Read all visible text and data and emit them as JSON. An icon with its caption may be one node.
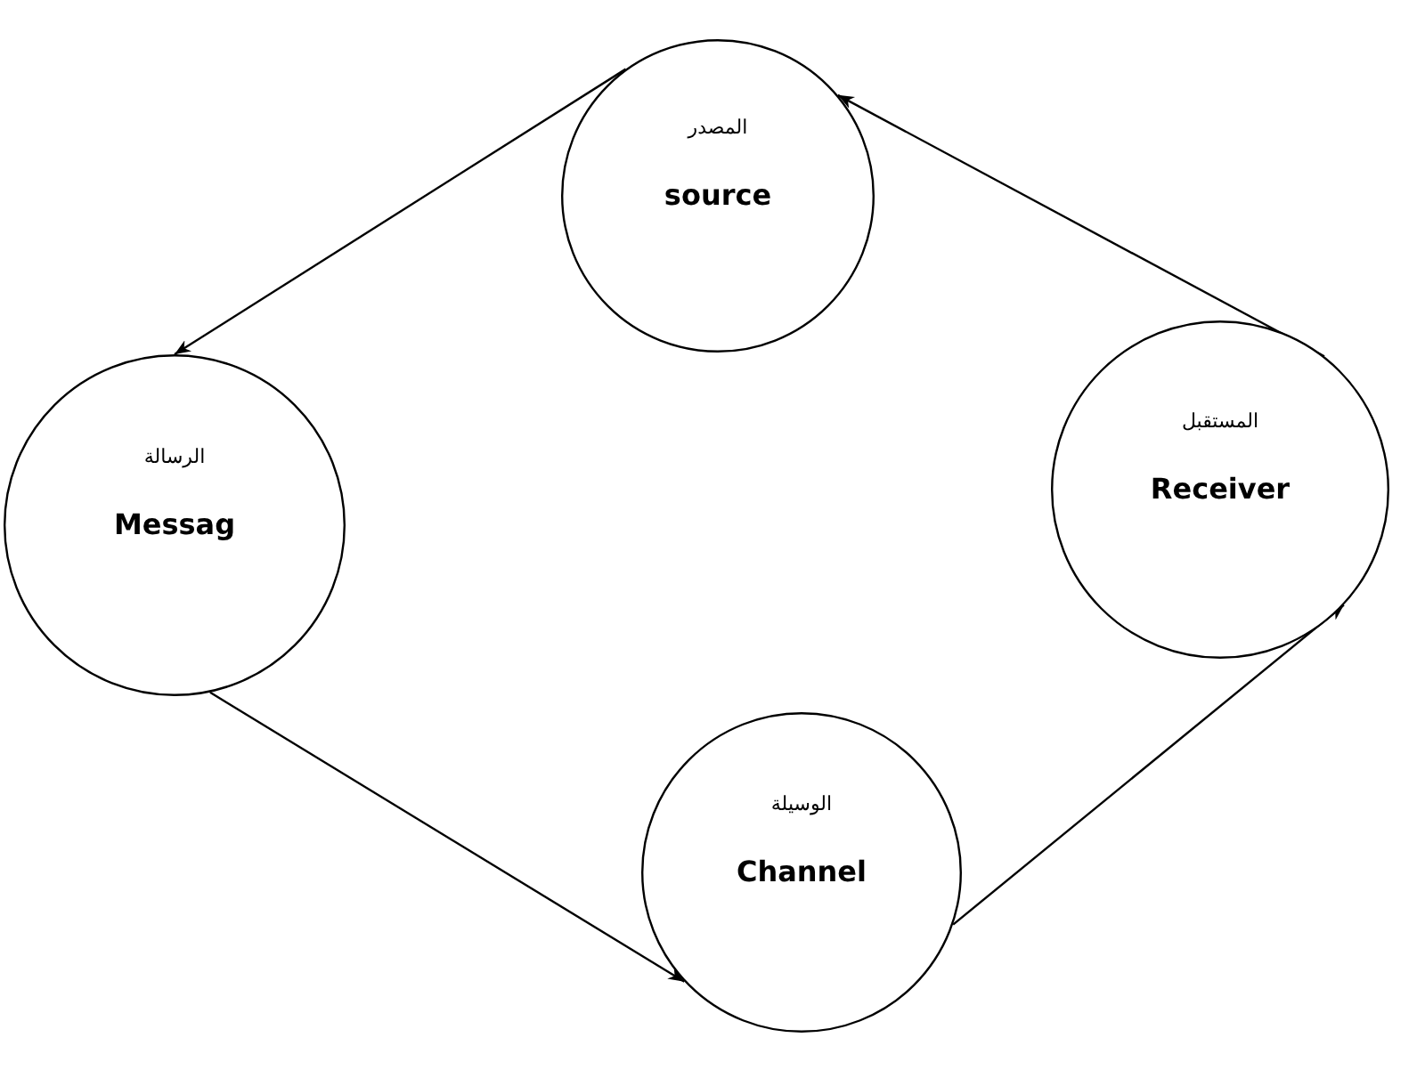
{
  "diagram": {
    "nodes": [
      {
        "text": [
          "المصدر",
          "source"
        ]
      },
      {
        "text": [
          "الرسالة",
          "Messag"
        ]
      },
      {
        "text": [
          "الوسيلة",
          "Channel"
        ]
      },
      {
        "text": [
          "المستقبل",
          "Receiver"
        ]
      }
    ],
    "edges": [
      {
        "from": 0,
        "to": 1,
        "arrow": "to"
      },
      {
        "from": 1,
        "to": 2,
        "arrow": "to"
      },
      {
        "from": 2,
        "to": 3,
        "arrow": "to"
      },
      {
        "from": 3,
        "to": 0,
        "arrow": "to"
      }
    ]
  }
}
